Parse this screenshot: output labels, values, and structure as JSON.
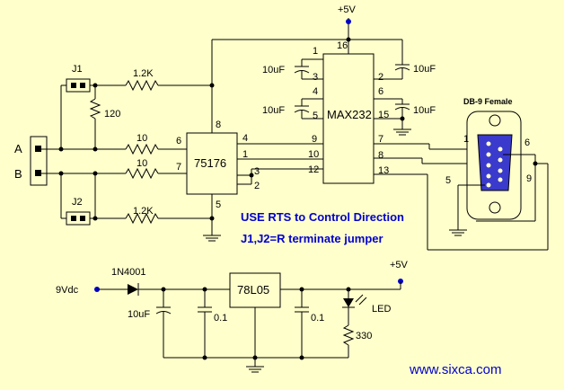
{
  "supply": {
    "top_label": "+5V",
    "reg_out_label": "+5V",
    "input_label": "9Vdc"
  },
  "jumpers": {
    "j1": "J1",
    "j2": "J2",
    "note": "J1,J2=R terminate jumper"
  },
  "terminals": {
    "a": "A",
    "b": "B"
  },
  "resistors": {
    "r_bias_top": "1.2K",
    "r_bias_bottom": "1.2K",
    "r_term": "120",
    "r_a": "10",
    "r_b": "10",
    "r_led": "330"
  },
  "ics": {
    "driver": {
      "name": "75176",
      "pins": {
        "p1": "1",
        "p2": "2",
        "p3": "3",
        "p4": "4",
        "p5": "5",
        "p6": "6",
        "p7": "7",
        "p8": "8"
      }
    },
    "max232": {
      "name": "MAX232",
      "pins": {
        "p1": "1",
        "p2": "2",
        "p3": "3",
        "p4": "4",
        "p5": "5",
        "p6": "6",
        "p7": "7",
        "p8": "8",
        "p9": "9",
        "p10": "10",
        "p12": "12",
        "p13": "13",
        "p15": "15",
        "p16": "16"
      }
    },
    "regulator": {
      "name": "78L05"
    }
  },
  "capacitors": {
    "c1": "10uF",
    "c2": "10uF",
    "c3": "10uF",
    "c4": "10uF",
    "c_in": "10uF",
    "c_in2": "0.1",
    "c_out": "0.1"
  },
  "diode": "1N4001",
  "led": "LED",
  "connector": {
    "title": "DB-9 Female",
    "pin1": "1",
    "pin5": "5",
    "pin6": "6",
    "pin9": "9"
  },
  "note_rts": "USE RTS to Control Direction",
  "website": "www.sixca.com",
  "colors": {
    "background": "#ffffcc",
    "accent": "#0000cc",
    "ic_fill": "#ffffcc"
  }
}
